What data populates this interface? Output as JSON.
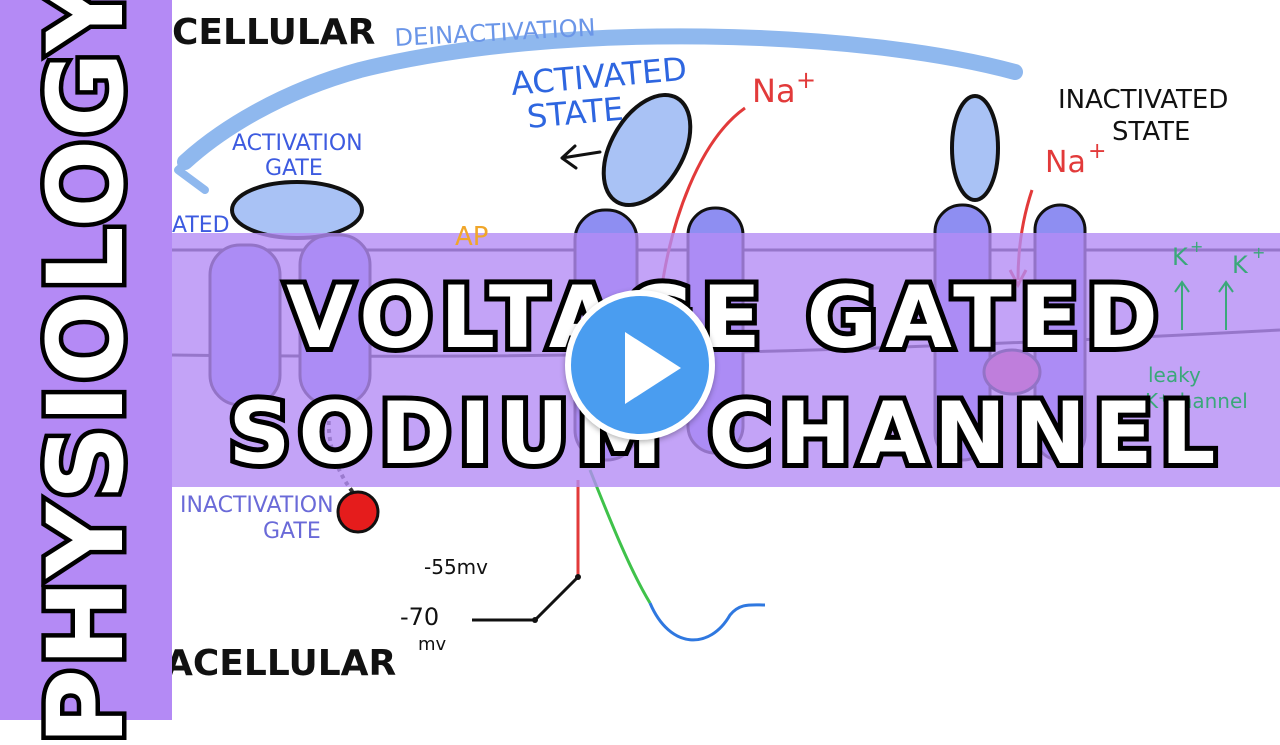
{
  "sidebar": {
    "title": "PHYSIOLOGY"
  },
  "title": {
    "line1": "VOLTAGE GATED",
    "line2": "SODIUM CHANNEL"
  },
  "labels": {
    "top_cellular": "CELLULAR",
    "bottom_cellular": "ACELLULAR",
    "deinactivation": "DEINACTIVATION",
    "activation_gate_1": "ACTIVATION",
    "activation_gate_2": "GATE",
    "gated_fragment": "ATED",
    "activated_1": "ACTIVATED",
    "activated_2": "STATE",
    "na_1": "Na",
    "na_2": "Na",
    "plus": "+",
    "inactivated_1": "INACTIVATED",
    "inactivated_2": "STATE",
    "ap": "AP",
    "inactivation_gate_1": "INACTIVATION",
    "inactivation_gate_2": "GATE",
    "k1": "K",
    "k2": "K",
    "leaky_1": "leaky",
    "leaky_2": "K⁺channel",
    "mv55": "-55mv",
    "mv70": "-70",
    "mv_unit": "mv"
  },
  "colors": {
    "sidebar": "#b48af5",
    "band": "#b48af5",
    "channel": "#8e8ef2",
    "gate": "#a9c2f5",
    "arrow_blue": "#7fb0ee",
    "label_blue": "#3d5be0",
    "na_red": "#e23a3a",
    "play": "#4a9df0"
  },
  "icons": {
    "play": "play-icon"
  }
}
